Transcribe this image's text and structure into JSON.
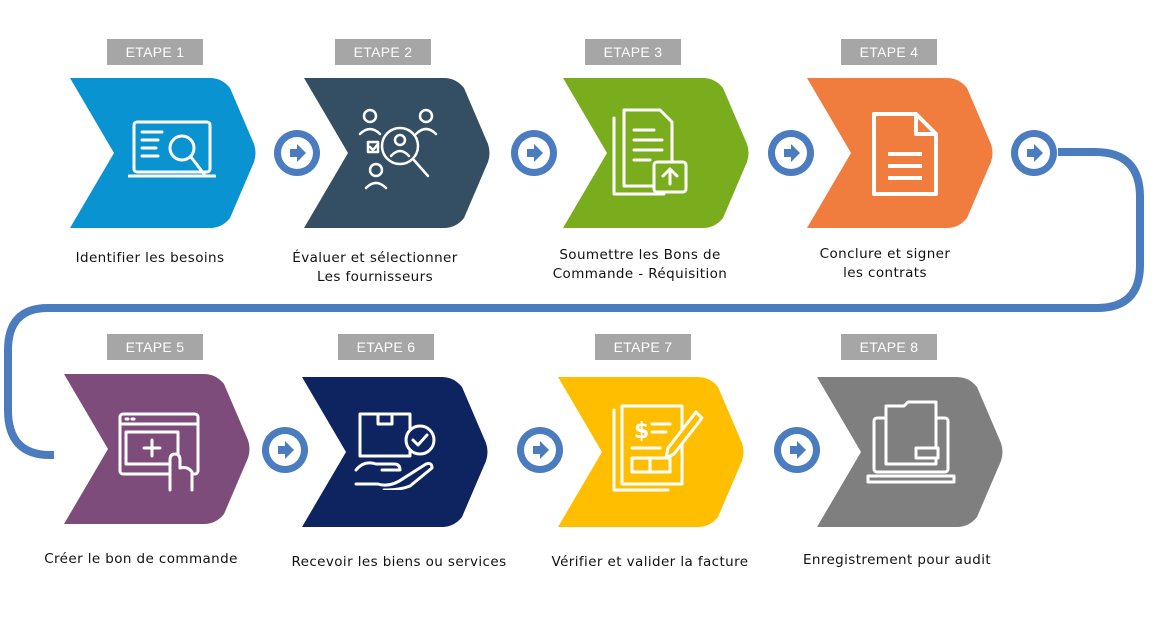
{
  "steps": [
    {
      "label": "ETAPE 1",
      "caption_lines": [
        "Identifier les besoins"
      ],
      "color": "#0a93d1",
      "icon": "laptop-search-icon"
    },
    {
      "label": "ETAPE 2",
      "caption_lines": [
        "Évaluer et sélectionner",
        "Les fournisseurs"
      ],
      "color": "#344f63",
      "icon": "people-search-icon"
    },
    {
      "label": "ETAPE 3",
      "caption_lines": [
        "Soumettre les Bons de",
        "Commande - Réquisition"
      ],
      "color": "#79ad1d",
      "icon": "document-upload-icon"
    },
    {
      "label": "ETAPE 4",
      "caption_lines": [
        "Conclure et signer",
        "les contrats"
      ],
      "color": "#f07c3e",
      "icon": "document-icon"
    },
    {
      "label": "ETAPE 5",
      "caption_lines": [
        "Créer le bon de commande"
      ],
      "color": "#7e4c7b",
      "icon": "browser-add-icon"
    },
    {
      "label": "ETAPE 6",
      "caption_lines": [
        "Recevoir les biens ou services"
      ],
      "color": "#0e2460",
      "icon": "package-hand-icon"
    },
    {
      "label": "ETAPE 7",
      "caption_lines": [
        "Vérifier et valider la facture"
      ],
      "color": "#ffbf00",
      "icon": "invoice-pen-icon"
    },
    {
      "label": "ETAPE 8",
      "caption_lines": [
        "Enregistrement pour audit"
      ],
      "color": "#7f7f7f",
      "icon": "laptop-folder-icon"
    }
  ],
  "arrow_icon": "arrow-right-icon",
  "connector_color": "#4a7cbf"
}
